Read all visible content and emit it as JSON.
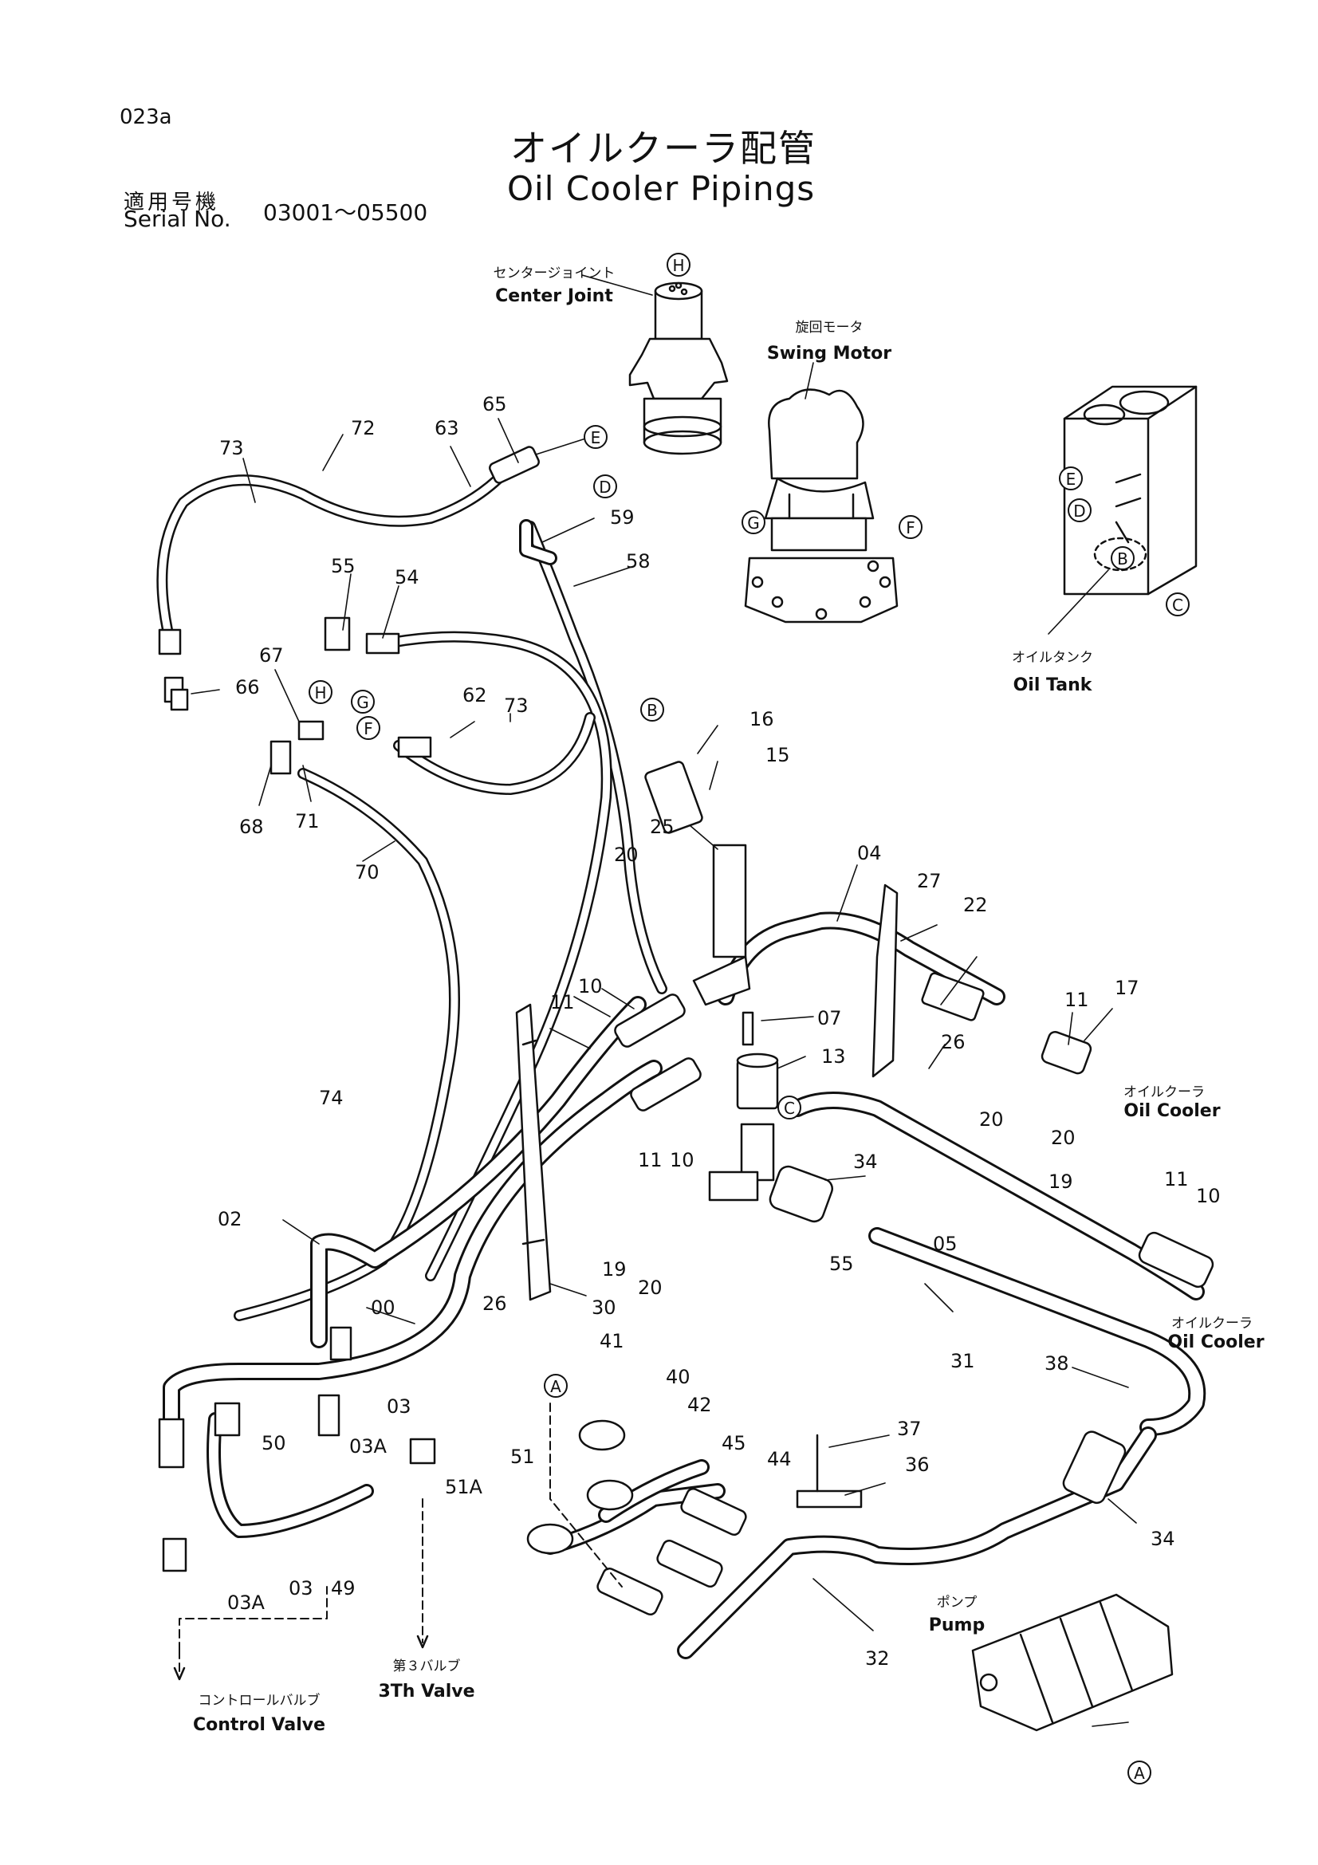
{
  "header": {
    "page_code": "023a",
    "title_jp": "オイルクーラ配管",
    "title_en": "Oil Cooler Pipings",
    "serial_label_jp": "適用号機",
    "serial_label_en": "Serial No.",
    "serial_range": "03001～05500"
  },
  "components": {
    "center_joint": {
      "jp": "センタージョイント",
      "en": "Center Joint"
    },
    "swing_motor": {
      "jp": "旋回モータ",
      "en": "Swing Motor"
    },
    "oil_tank": {
      "jp": "オイルタンク",
      "en": "Oil Tank"
    },
    "oil_cooler_upper": {
      "jp": "オイルクーラ",
      "en": "Oil Cooler"
    },
    "oil_cooler_lower": {
      "jp": "オイルクーラ",
      "en": "Oil Cooler"
    },
    "pump": {
      "jp": "ポンプ",
      "en": "Pump"
    },
    "third_valve": {
      "jp": "第３バルブ",
      "en": "3Th Valve"
    },
    "control_valve": {
      "jp": "コントロールバルブ",
      "en": "Control Valve"
    }
  },
  "connection_markers": {
    "h_center_joint": "H",
    "e_hose": "E",
    "d_elbow": "D",
    "g_motor": "G",
    "f_motor": "F",
    "e_tank": "E",
    "d_tank": "D",
    "b_tank": "B",
    "c_tank": "C",
    "h_fitting": "H",
    "g_fitting": "G",
    "f_hose": "F",
    "b_pipe": "B",
    "c_pipe": "C",
    "a_flange": "A",
    "a_pump": "A"
  },
  "part_labels": {
    "p73a": "73",
    "p72": "72",
    "p63": "63",
    "p65": "65",
    "p59": "59",
    "p58": "58",
    "p55a": "55",
    "p54": "54",
    "p67": "67",
    "p66": "66",
    "p62": "62",
    "p73b": "73",
    "p68": "68",
    "p71": "71",
    "p70": "70",
    "p16": "16",
    "p15": "15",
    "p25": "25",
    "p20a": "20",
    "p04": "04",
    "p27": "27",
    "p22": "22",
    "p11a": "11",
    "p17": "17",
    "p10a": "10",
    "p11b": "11",
    "p07": "07",
    "p13": "13",
    "p26a": "26",
    "p20b": "20",
    "p10b": "10",
    "p11c": "11",
    "p74": "74",
    "p34a": "34",
    "p20c": "20",
    "p19a": "19",
    "p11d": "11",
    "p10c": "10",
    "p05": "05",
    "p02": "02",
    "p19b": "19",
    "p20d": "20",
    "p55b": "55",
    "p00": "00",
    "p30": "30",
    "p26b": "26",
    "p41": "41",
    "p31": "31",
    "p38": "38",
    "p40": "40",
    "p03a": "03",
    "p03Aa": "03A",
    "p50": "50",
    "p42": "42",
    "p51": "51",
    "p51A": "51A",
    "p37": "37",
    "p45": "45",
    "p44": "44",
    "p36": "36",
    "p34b": "34",
    "p03b": "03",
    "p03Ab": "03A",
    "p49": "49",
    "p32": "32"
  }
}
